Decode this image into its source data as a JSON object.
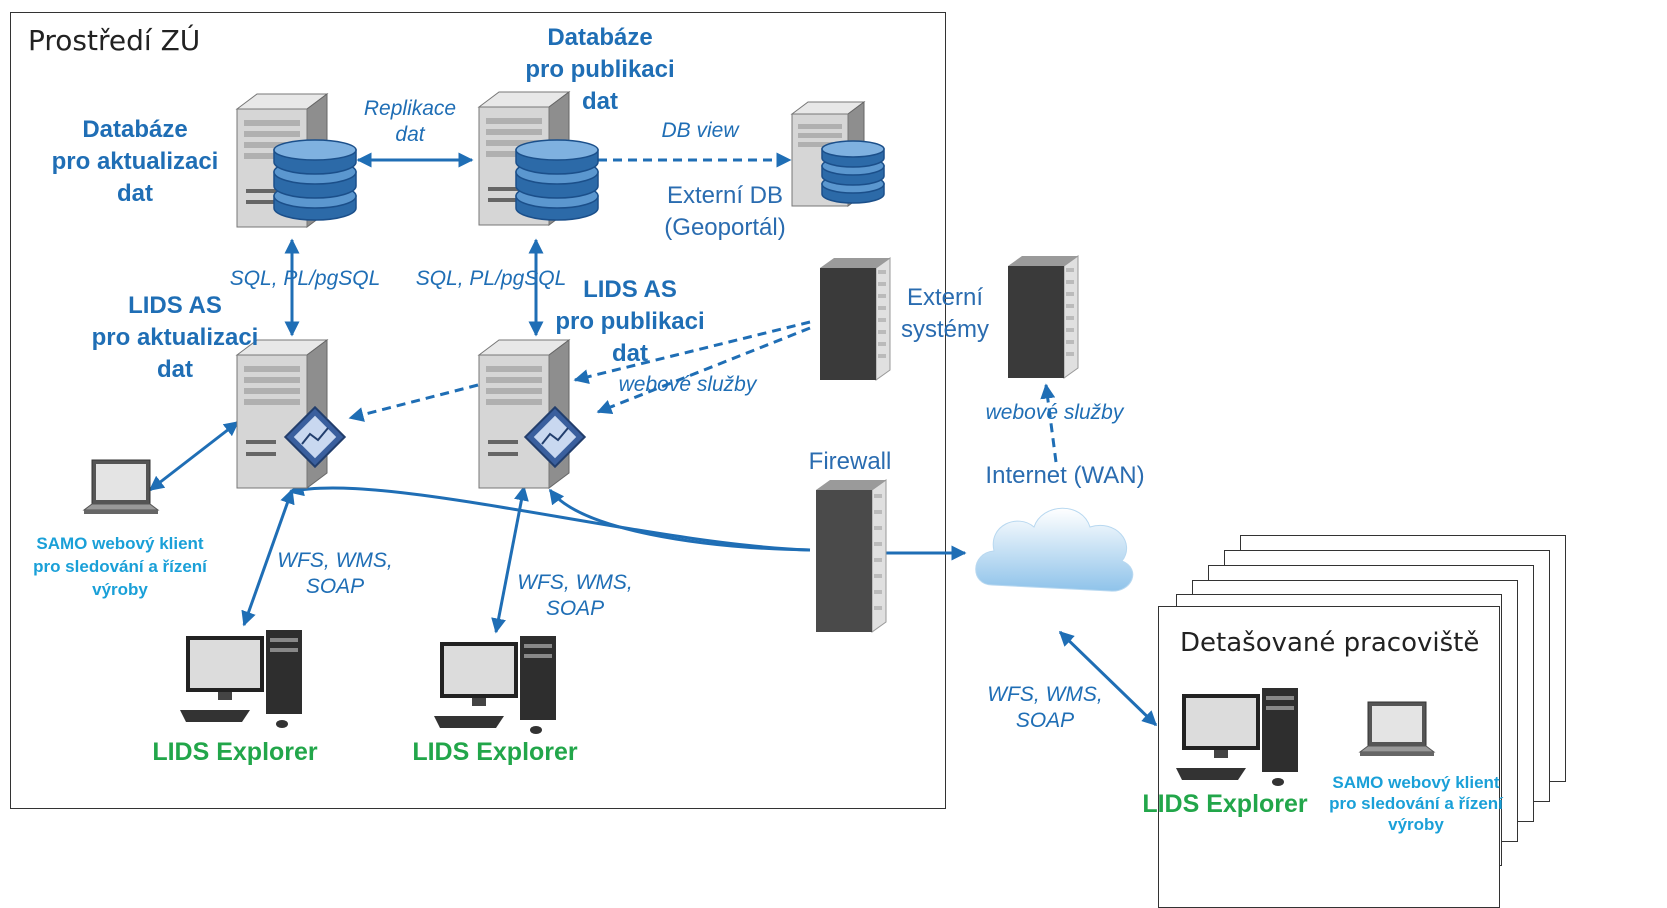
{
  "zone_zu": {
    "title": "Prostředí ZÚ"
  },
  "zone_det": {
    "title": "Detašované pracoviště"
  },
  "nodes": {
    "db_update": [
      "Databáze",
      "pro aktualizaci",
      "dat"
    ],
    "db_publish": [
      "Databáze",
      "pro publikaci",
      "dat"
    ],
    "ext_db": [
      "Externí DB",
      "(Geoportál)"
    ],
    "as_update": [
      "LIDS AS",
      "pro aktualizaci",
      "dat"
    ],
    "as_publish": [
      "LIDS AS",
      "pro publikaci",
      "dat"
    ],
    "ext_sys": [
      "Externí",
      "systémy"
    ],
    "firewall": "Firewall",
    "internet": "Internet (WAN)",
    "samo_zu": [
      "SAMO webový klient",
      "pro sledování a řízení",
      "výroby"
    ],
    "samo_det": [
      "SAMO webový klient",
      "pro sledování a řízení",
      "výroby"
    ],
    "explorer_1": "LIDS Explorer",
    "explorer_2": "LIDS Explorer",
    "explorer_det": "LIDS Explorer"
  },
  "edges": {
    "replikace": [
      "Replikace",
      "dat"
    ],
    "db_view": "DB view",
    "sql_1": "SQL, PL/pgSQL",
    "sql_2": "SQL, PL/pgSQL",
    "ws_1": "webové služby",
    "ws_2": "webové služby",
    "wfs_1": [
      "WFS, WMS,",
      "SOAP"
    ],
    "wfs_2": [
      "WFS, WMS,",
      "SOAP"
    ],
    "wfs_3": [
      "WFS, WMS,",
      "SOAP"
    ]
  },
  "colors": {
    "accent": "#1f6eb5",
    "green": "#22a64a",
    "cyan": "#1aa0d8"
  }
}
